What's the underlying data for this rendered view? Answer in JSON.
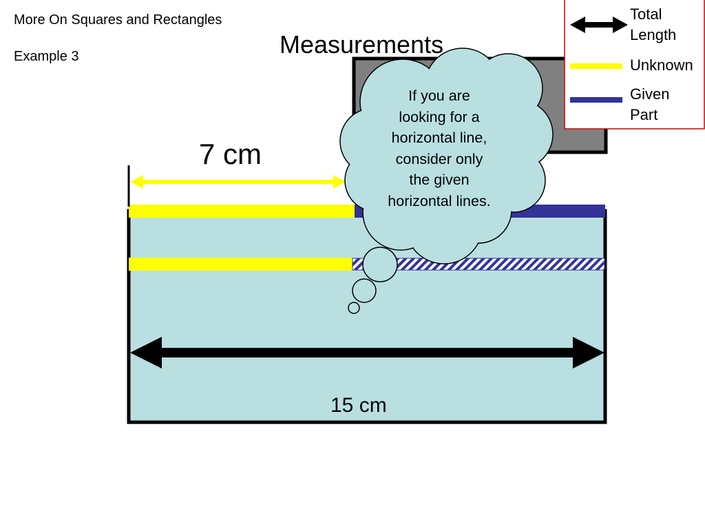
{
  "slide": {
    "title": "More On Squares and Rectangles",
    "subtitle": "Example 3"
  },
  "heading": "Measurements",
  "measurements": {
    "known_segment": {
      "label": "7 cm",
      "value": 7,
      "unit": "cm"
    },
    "total_length": {
      "label": "15 cm",
      "value": 15,
      "unit": "cm"
    }
  },
  "thought_bubble": {
    "lines": [
      "If you are",
      "looking for a",
      "horizontal line,",
      "consider only",
      "the given",
      "horizontal lines."
    ]
  },
  "legend": {
    "items": [
      {
        "id": "total",
        "symbol": "double-arrow-icon",
        "color": "#000000",
        "lines": [
          "Total",
          "Length"
        ]
      },
      {
        "id": "unknown",
        "symbol": "yellow-line-icon",
        "color": "#ffff00",
        "lines": [
          "Unknown"
        ]
      },
      {
        "id": "given",
        "symbol": "blue-line-icon",
        "color": "#333399",
        "lines": [
          "Given",
          "Part"
        ]
      }
    ]
  },
  "colors": {
    "rectangle_fill": "#b9dfe1",
    "unknown": "#ffff00",
    "given": "#333399",
    "hidden_part": "#808080",
    "legend_border": "#d00000"
  }
}
